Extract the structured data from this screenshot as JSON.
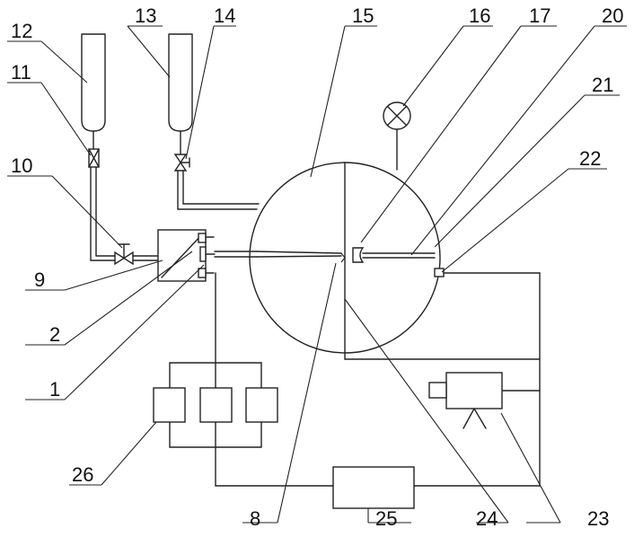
{
  "labels": {
    "l1": "1",
    "l2": "2",
    "l8": "8",
    "l9": "9",
    "l10": "10",
    "l11": "11",
    "l12": "12",
    "l13": "13",
    "l14": "14",
    "l15": "15",
    "l16": "16",
    "l17": "17",
    "l20": "20",
    "l21": "21",
    "l22": "22",
    "l23": "23",
    "l24": "24",
    "l25": "25",
    "l26": "26"
  }
}
